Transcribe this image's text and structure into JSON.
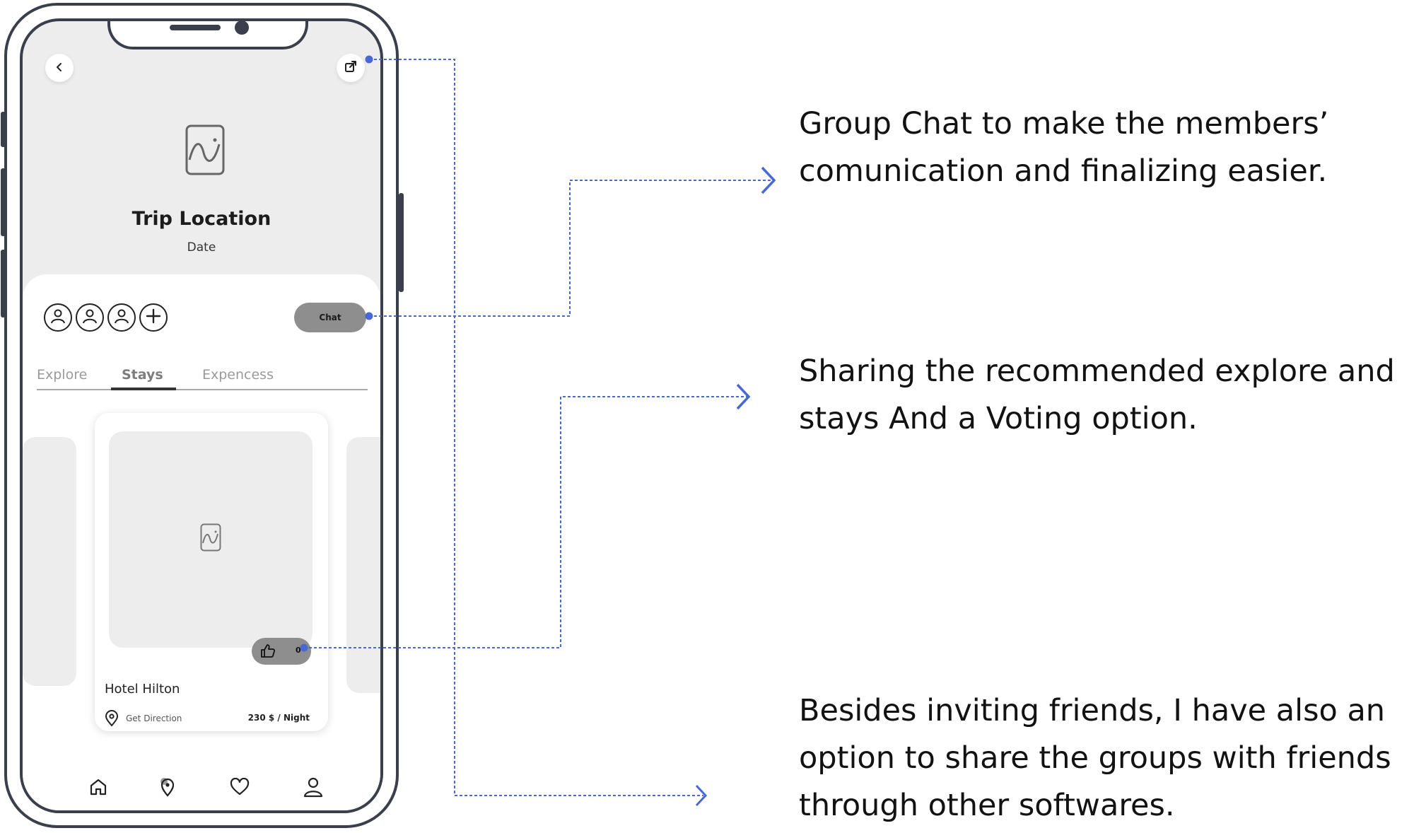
{
  "phone": {
    "trip_title": "Trip Location",
    "trip_date": "Date",
    "chat_label": "Chat",
    "tabs": [
      "Explore",
      "Stays",
      "Expencess"
    ],
    "active_tab": "Stays",
    "card": {
      "hotel_name": "Hotel Hilton",
      "direction_label": "Get Direction",
      "price": "230  $  / Night",
      "vote_count": "0"
    },
    "nav": [
      "home-icon",
      "map-pin-icon",
      "heart-icon",
      "profile-icon"
    ]
  },
  "annotations": {
    "chat": "Group Chat to make the members’ comunication and finalizing easier.",
    "voting": "Sharing the recommended explore  and stays And a Voting option.",
    "share": "Besides inviting friends, I have also an option to share the groups with friends through other softwares."
  },
  "colors": {
    "connector": "#4a68d4",
    "frame": "#3a3f4b",
    "screen_bg": "#ededee",
    "pill": "#8e8e8e"
  }
}
